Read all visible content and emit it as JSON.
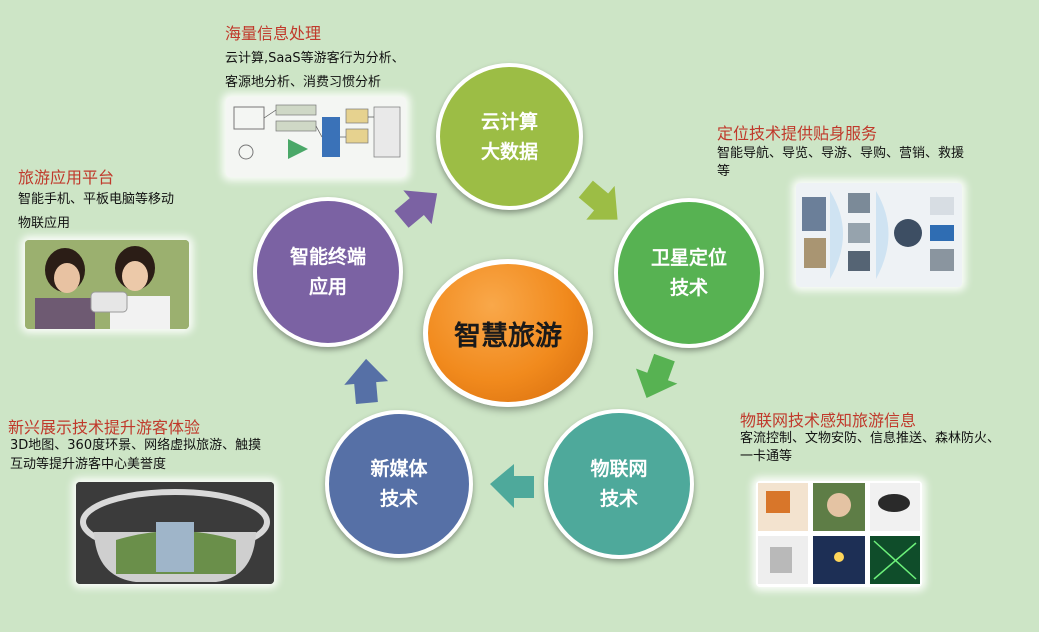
{
  "center": {
    "label": "智慧旅游"
  },
  "nodes": {
    "cloud": {
      "line1": "云计算",
      "line2": "大数据"
    },
    "satellite": {
      "line1": "卫星定位",
      "line2": "技术"
    },
    "iot": {
      "line1": "物联网",
      "line2": "技术"
    },
    "media": {
      "line1": "新媒体",
      "line2": "技术"
    },
    "terminal": {
      "line1": "智能终端",
      "line2": "应用"
    }
  },
  "annotations": {
    "massive": {
      "title": "海量信息处理",
      "line1": "云计算,SaaS等游客行为分析、",
      "line2": "客源地分析、消费习惯分析"
    },
    "location": {
      "title": "定位技术提供贴身服务",
      "line1": "智能导航、导览、导游、导购、营销、救援",
      "line2": "等"
    },
    "iot": {
      "title": "物联网技术感知旅游信息",
      "line1": "客流控制、文物安防、信息推送、森林防火、",
      "line2": "一卡通等"
    },
    "display": {
      "title": "新兴展示技术提升游客体验",
      "line1": "3D地图、360度环景、网络虚拟旅游、触摸",
      "line2": "互动等提升游客中心美誉度"
    },
    "app": {
      "title": "旅游应用平台",
      "line1": "智能手机、平板电脑等移动",
      "line2": "物联应用"
    }
  },
  "colors": {
    "background": "#cde5c6",
    "cloud": "#9cbd45",
    "satellite": "#57b252",
    "iot": "#4ea99b",
    "media": "#5670a6",
    "terminal": "#7b62a3",
    "center": "#f18a1d",
    "title": "#c0392b"
  }
}
